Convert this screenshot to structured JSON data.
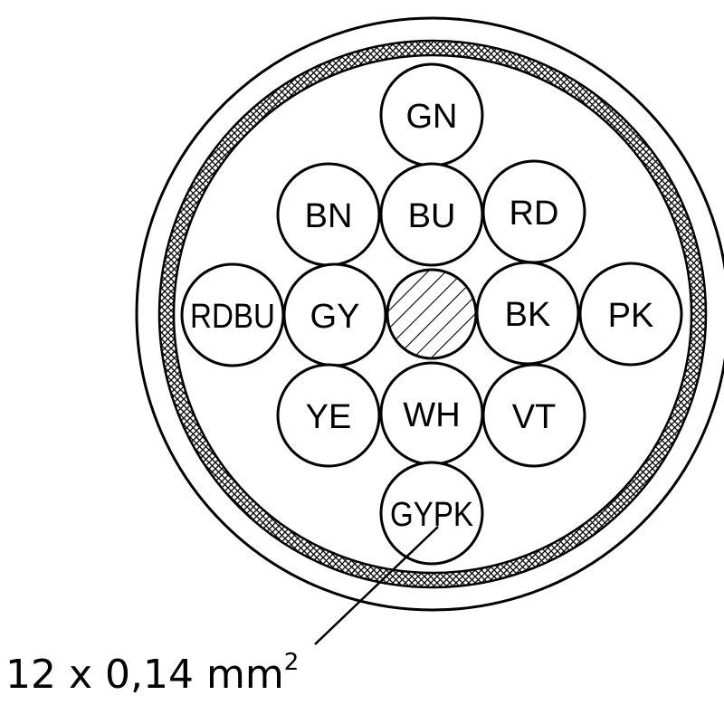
{
  "cable": {
    "cores": [
      {
        "id": "gn",
        "label": "GN"
      },
      {
        "id": "bn",
        "label": "BN"
      },
      {
        "id": "bu",
        "label": "BU"
      },
      {
        "id": "rd",
        "label": "RD"
      },
      {
        "id": "rdbu",
        "label": "RDBU"
      },
      {
        "id": "gy",
        "label": "GY"
      },
      {
        "id": "bk",
        "label": "BK"
      },
      {
        "id": "pk",
        "label": "PK"
      },
      {
        "id": "ye",
        "label": "YE"
      },
      {
        "id": "wh",
        "label": "WH"
      },
      {
        "id": "vt",
        "label": "VT"
      },
      {
        "id": "gypk",
        "label": "GYPK"
      }
    ],
    "spec": {
      "main": "12 x 0,14 mm",
      "superscript": "2"
    }
  },
  "colors": {
    "stroke": "#000000",
    "background": "#ffffff"
  }
}
